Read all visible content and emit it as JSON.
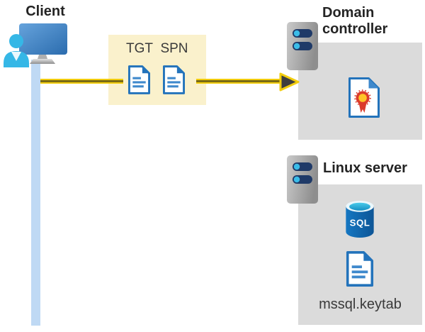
{
  "client": {
    "label": "Client"
  },
  "tickets": {
    "tgt": "TGT",
    "spn": "SPN"
  },
  "domain_controller": {
    "title": "Domain controller"
  },
  "linux_server": {
    "title": "Linux server",
    "sql_badge": "SQL",
    "keytab": "mssql.keytab"
  },
  "colors": {
    "panel_gray": "#DBDBDB",
    "highlight_yellow": "#FAF1CC",
    "arrow_yellow": "#F2CD0E",
    "arrow_core": "#796A14",
    "arrowhead_gray": "#3E3E3E",
    "doc_blue": "#2373BB",
    "doc_line_blue": "#3F89CC",
    "server_bar_navy": "#1F3A68",
    "accent_cyan": "#3ABCE8",
    "line_blue": "#BFD9F4",
    "text_dark": "#242424",
    "text_mid": "#3A3A3A"
  }
}
